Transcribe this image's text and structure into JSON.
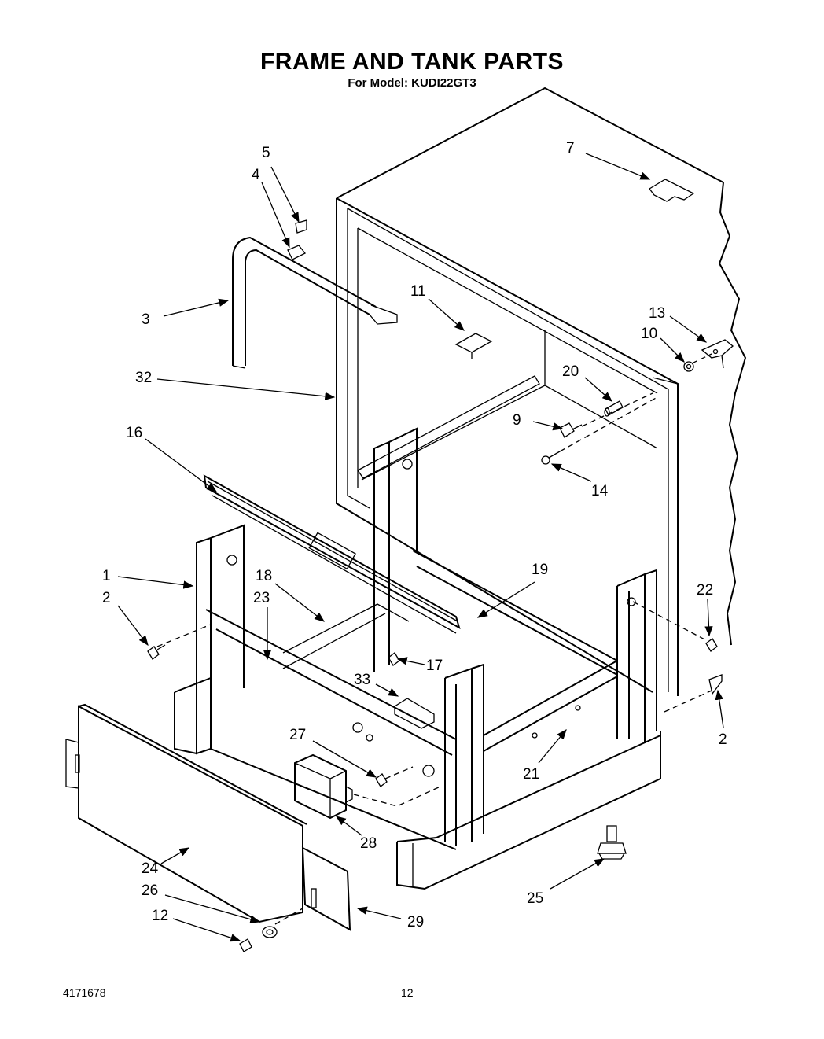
{
  "header": {
    "title": "FRAME AND TANK PARTS",
    "subtitle": "For Model: KUDI22GT3"
  },
  "callouts": {
    "c1": "1",
    "c2a": "2",
    "c2b": "2",
    "c3": "3",
    "c4": "4",
    "c5": "5",
    "c7": "7",
    "c9": "9",
    "c10": "10",
    "c11": "11",
    "c12": "12",
    "c13": "13",
    "c14": "14",
    "c16": "16",
    "c17": "17",
    "c18": "18",
    "c19": "19",
    "c20": "20",
    "c21": "21",
    "c22": "22",
    "c23": "23",
    "c24": "24",
    "c25": "25",
    "c26": "26",
    "c27": "27",
    "c28": "28",
    "c29": "29",
    "c32": "32",
    "c33": "33"
  },
  "footer": {
    "doc_number": "4171678",
    "page_number": "12"
  }
}
